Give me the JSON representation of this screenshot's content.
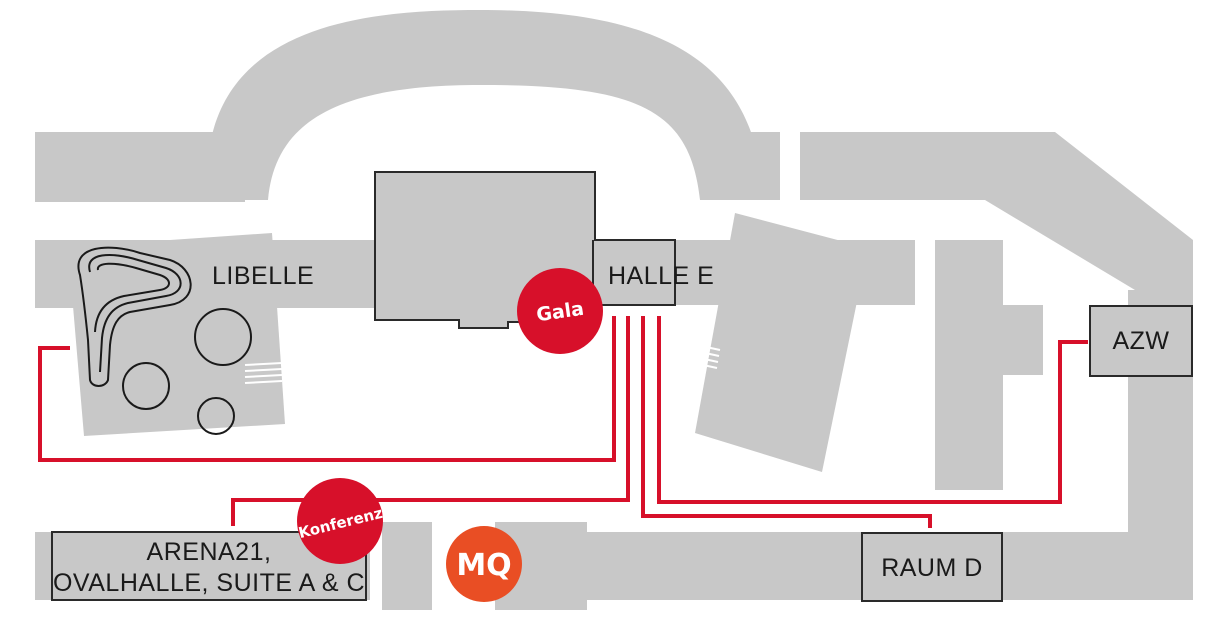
{
  "map": {
    "labels": {
      "libelle": "LIBELLE",
      "halle_e": "HALLE E",
      "azw": "AZW",
      "raum_d": "RAUM D",
      "arena_line1": "ARENA21,",
      "arena_line2": "OVALHALLE, SUITE A & C"
    },
    "badges": {
      "gala": "Gala",
      "konferenz": "Konferenz",
      "mq_logo": "MQ"
    }
  },
  "colors": {
    "building": "#c8c8c8",
    "route": "#d7102a",
    "badge": "#d7102a",
    "mq_logo": "#e94e24",
    "outline": "#2a2a2a",
    "background": "#ffffff"
  }
}
